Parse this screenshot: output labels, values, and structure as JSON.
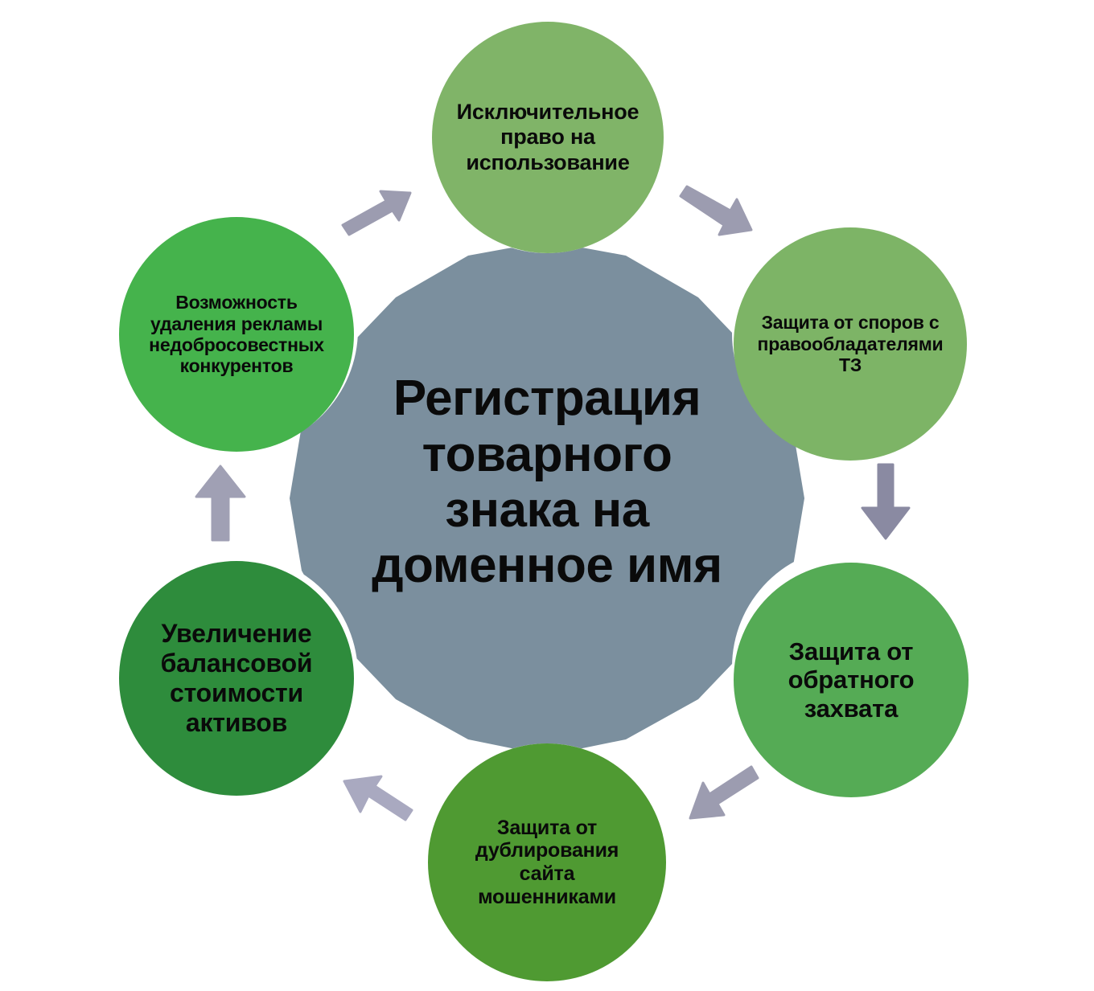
{
  "diagram": {
    "center": {
      "label": "Регистрация\nтоварного\nзнака на\nдоменное имя",
      "color": "#7b8f9e"
    },
    "nodes": [
      {
        "id": "top",
        "label": "Исключительное\nправо на\nиспользование",
        "color": "#80b468"
      },
      {
        "id": "upper-right",
        "label": "Защита от споров с\nправообладателями\nТЗ",
        "color": "#7db466"
      },
      {
        "id": "lower-right",
        "label": "Защита от\nобратного\nзахвата",
        "color": "#55ab55"
      },
      {
        "id": "bottom",
        "label": "Защита от\nдублирования\nсайта\nмошенниками",
        "color": "#4f9a32"
      },
      {
        "id": "lower-left",
        "label": "Увеличение\nбалансовой\nстоимости\nактивов",
        "color": "#2e8c3c"
      },
      {
        "id": "upper-left",
        "label": "Возможность\nудаления рекламы\nнедобросовестных\nконкурентов",
        "color": "#45b34c"
      }
    ],
    "arrows": {
      "color": "#9c9cb0",
      "directions": [
        "top-to-upper-right",
        "upper-right-to-lower-right",
        "lower-right-to-bottom",
        "bottom-to-lower-left",
        "lower-left-to-upper-left",
        "upper-left-to-top"
      ]
    }
  }
}
